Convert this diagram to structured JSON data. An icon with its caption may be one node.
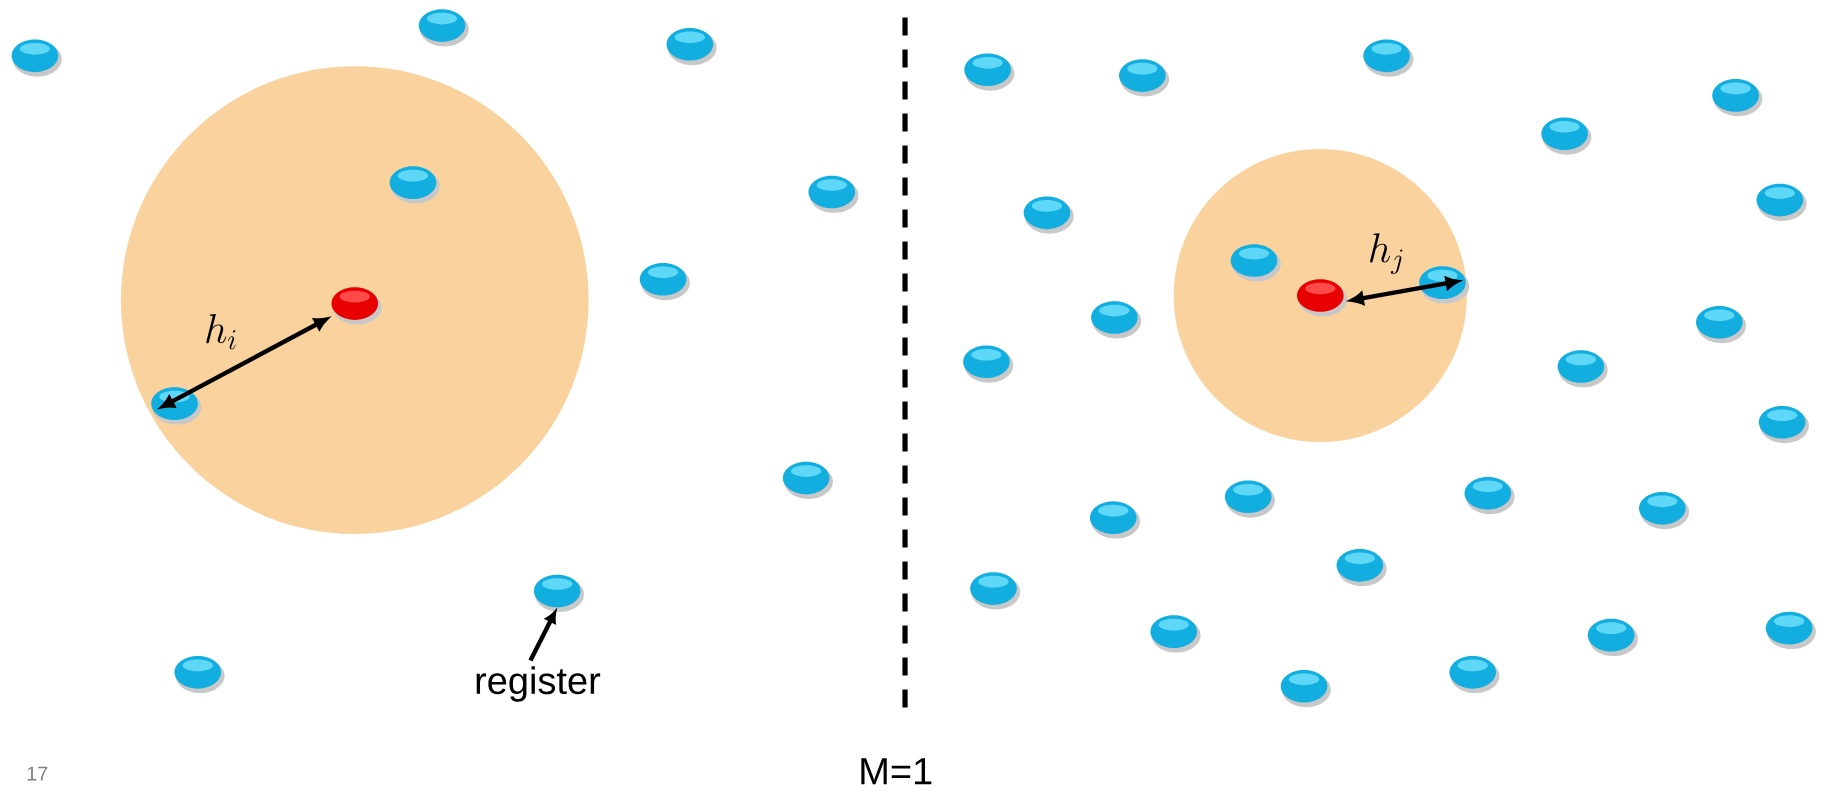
{
  "diagram": {
    "nodes": [
      {
        "text": [
          "register"
        ]
      },
      {
        "text": [],
        "shape": "circle"
      },
      {
        "text": [],
        "shape": "circle"
      },
      {
        "text": [],
        "shape": "circle"
      },
      {
        "text": [],
        "shape": "circle"
      },
      {
        "text": [],
        "shape": "circle"
      },
      {
        "text": [],
        "shape": "circle"
      },
      {
        "text": [],
        "shape": "circle"
      },
      {
        "text": [],
        "shape": "circle"
      },
      {
        "text": [],
        "shape": "circle"
      },
      {
        "text": [],
        "shape": "circle"
      },
      {
        "text": [],
        "shape": "circle"
      },
      {
        "text": [],
        "shape": "circle"
      },
      {
        "text": [],
        "shape": "circle"
      },
      {
        "text": [],
        "shape": "circle"
      },
      {
        "text": [],
        "shape": "circle"
      },
      {
        "text": [],
        "shape": "circle"
      },
      {
        "text": [],
        "shape": "circle"
      },
      {
        "text": [],
        "shape": "circle"
      },
      {
        "text": [],
        "shape": "circle"
      },
      {
        "text": [],
        "shape": "circle"
      },
      {
        "text": [],
        "shape": "circle"
      },
      {
        "text": [],
        "shape": "circle"
      },
      {
        "text": [],
        "shape": "circle"
      },
      {
        "text": [],
        "shape": "circle"
      },
      {
        "text": [],
        "shape": "circle"
      },
      {
        "text": [],
        "shape": "circle"
      },
      {
        "text": [],
        "shape": "circle"
      },
      {
        "text": [],
        "shape": "circle"
      },
      {
        "text": [],
        "shape": "circle"
      },
      {
        "text": [],
        "shape": "circle"
      },
      {
        "text": [],
        "shape": "circle"
      },
      {
        "text": [],
        "shape": "circle"
      },
      {
        "text": [],
        "shape": "circle"
      },
      {
        "text": [],
        "shape": "circle"
      },
      {
        "text": [],
        "shape": "circle"
      },
      {
        "text": [],
        "shape": "circle"
      },
      {
        "text": [],
        "shape": "circle"
      }
    ],
    "edges": [
      {
        "from": 0,
        "to": 7,
        "arrow": "to"
      }
    ],
    "labels": [
      "h_i",
      "h_j",
      "M=1",
      "17"
    ]
  }
}
